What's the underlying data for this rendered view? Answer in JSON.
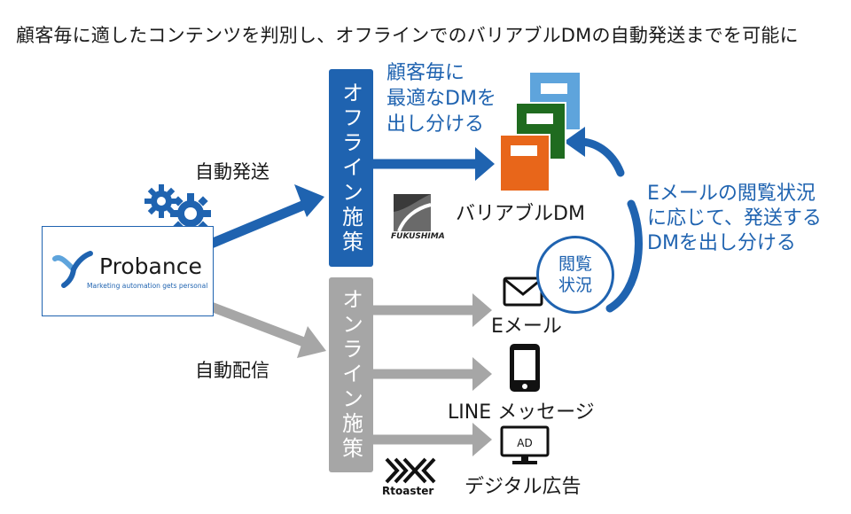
{
  "title": "顧客毎に適したコンテンツを判別し、オフラインでのバリアブルDMの自動発送までを可能に",
  "source": {
    "logo_name": "Probance",
    "logo_tagline": "Marketing automation gets personal",
    "icon": "gears-icon"
  },
  "branches": {
    "offline": {
      "channel_label": "自動発送",
      "bar_label": "オフライン施策"
    },
    "online": {
      "channel_label": "自動配信",
      "bar_label": "オンライン施策"
    }
  },
  "offline_note": [
    "顧客毎に",
    "最適なDMを",
    "出し分ける"
  ],
  "outputs": {
    "dm": "バリアブルDM",
    "email": "Eメール",
    "line": "LINE メッセージ",
    "ad": "デジタル広告"
  },
  "ad_screen_text": "AD",
  "vendor_logos": {
    "fukushima": "FUKUSHIMA",
    "rtoaster": "Rtoaster"
  },
  "browsing": {
    "circle": [
      "閲覧",
      "状況"
    ],
    "note": [
      "Eメールの閲覧状況",
      "に応じて、発送する",
      "DMを出し分ける"
    ]
  },
  "colors": {
    "blue": "#1f63b0",
    "gray": "#a6a6a6",
    "light_blue": "#5ea4dc",
    "green": "#1f6b1f",
    "orange": "#e8661a"
  }
}
